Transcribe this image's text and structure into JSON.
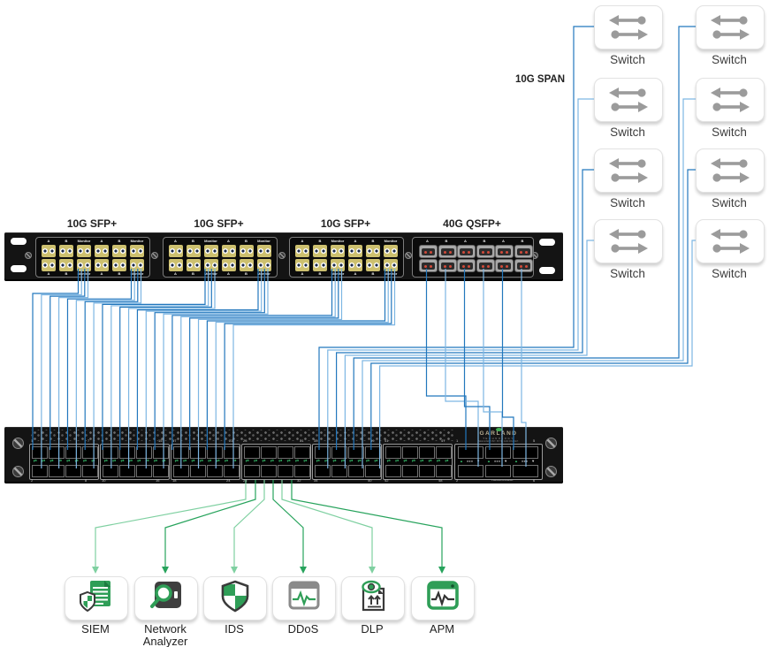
{
  "labels": {
    "span": "10G SPAN",
    "panel_modules": [
      {
        "label": "10G SFP+"
      },
      {
        "label": "10G SFP+"
      },
      {
        "label": "10G SFP+"
      },
      {
        "label": "40G QSFP+"
      }
    ],
    "sfp_port_columns": [
      "A",
      "B",
      "Monitor",
      "A",
      "B",
      "Monitor"
    ],
    "qsfp_port_columns": [
      "A",
      "B",
      "A",
      "B",
      "A",
      "B"
    ]
  },
  "switches": {
    "count": 8,
    "label": "Switch"
  },
  "aggregator": {
    "brand": {
      "name": "GARLAND",
      "division": "TECHNOLOGY",
      "tagline": "SEE EVERY BIT. BYTE. AND PACKET."
    },
    "model": "TAB40G54AC",
    "led_glyph": "⇄",
    "sfp_groups": [
      {
        "tl": "1",
        "tr": "7",
        "bl": "2",
        "br": "8"
      },
      {
        "tl": "9",
        "tr": "15",
        "bl": "10",
        "br": "16"
      },
      {
        "tl": "17",
        "tr": "23",
        "bl": "18",
        "br": "24"
      },
      {
        "tl": "25",
        "tr": "31",
        "bl": "26",
        "br": "32"
      },
      {
        "tl": "33",
        "tr": "39",
        "bl": "34",
        "br": "40"
      },
      {
        "tl": "41",
        "tr": "47",
        "bl": "42",
        "br": "48"
      }
    ],
    "qsfp_group": {
      "tl": "1",
      "tr": "5",
      "bl": "2",
      "br": "6",
      "led_up": "▲",
      "led_mid": "●●●",
      "led_down": "▼"
    }
  },
  "tools": [
    {
      "name": "SIEM",
      "icon": "siem-icon"
    },
    {
      "name": "Network Analyzer",
      "icon": "network-analyzer-icon"
    },
    {
      "name": "IDS",
      "icon": "ids-icon"
    },
    {
      "name": "DDoS",
      "icon": "ddos-icon"
    },
    {
      "name": "DLP",
      "icon": "dlp-icon"
    },
    {
      "name": "APM",
      "icon": "apm-icon"
    }
  ],
  "colors": {
    "blue_dark": "#2277bd",
    "blue_light": "#7db6e3",
    "green_dark": "#27a35c",
    "green_light": "#7fd0a1",
    "icon_green": "#2f9e57",
    "icon_dark": "#3a3a3a",
    "switch_gray": "#9b9b9b"
  }
}
